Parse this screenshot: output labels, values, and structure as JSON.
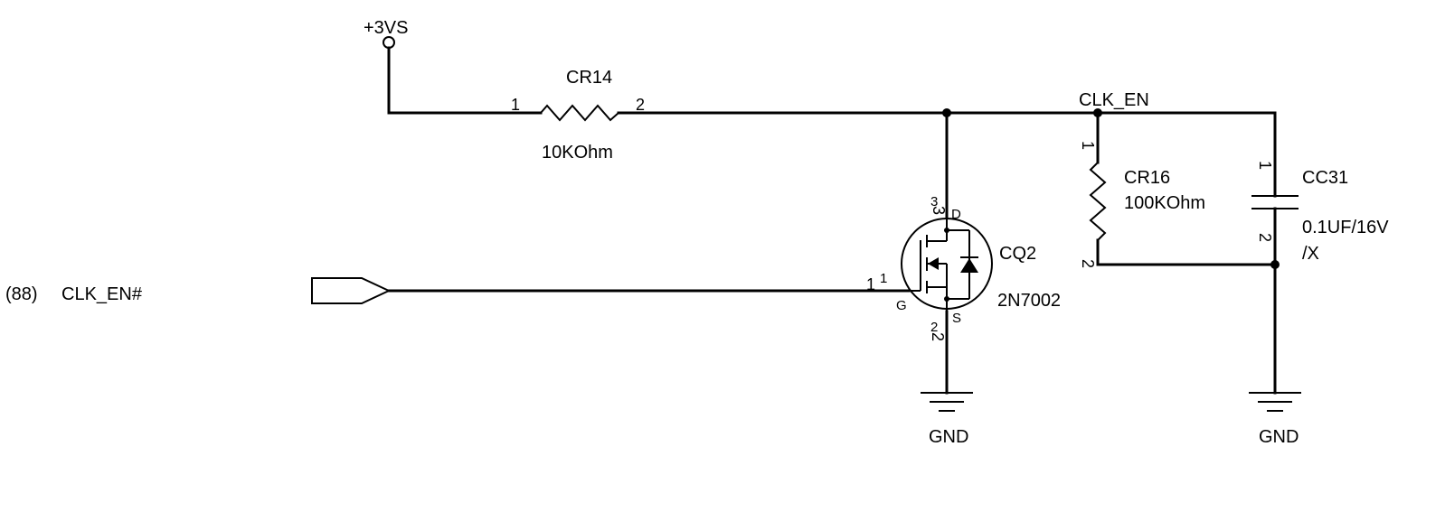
{
  "nets": {
    "power": "+3VS",
    "clk_en": "CLK_EN",
    "gnd_left": "GND",
    "gnd_right": "GND"
  },
  "offpage": {
    "ref": "(88)",
    "name": "CLK_EN#"
  },
  "components": {
    "cr14": {
      "ref": "CR14",
      "value": "10KOhm",
      "pin1": "1",
      "pin2": "2"
    },
    "cr16": {
      "ref": "CR16",
      "value": "100KOhm",
      "pin1": "1",
      "pin2": "2"
    },
    "cc31": {
      "ref": "CC31",
      "value_line1": "0.1UF/16V",
      "value_line2": "/X",
      "pin1": "1",
      "pin2": "2"
    },
    "cq2": {
      "ref": "CQ2",
      "value": "2N7002",
      "drain_pin": "3",
      "drain_pin_small": "3",
      "drain_label": "D",
      "gate_pin": "1",
      "gate_pin_small": "1",
      "gate_label": "G",
      "source_pin": "2",
      "source_pin_small": "2",
      "source_label": "S"
    }
  }
}
